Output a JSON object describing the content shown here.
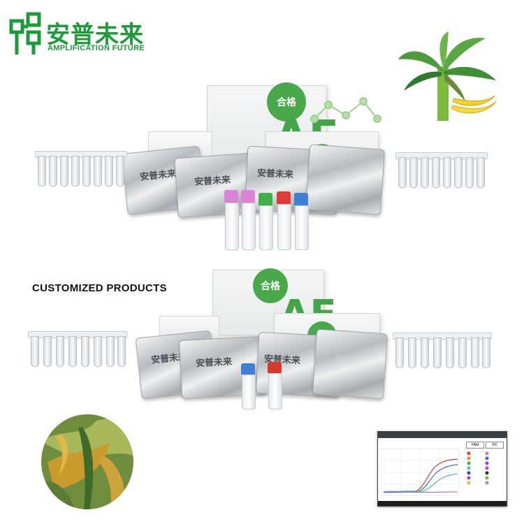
{
  "logo": {
    "name_cn": "安普未来",
    "name_en": "AMPLIFICATION FUTURE",
    "color": "#1f9a3a"
  },
  "heading": {
    "customized": "CUSTOMIZED PRODUCTS"
  },
  "kit": {
    "box_badge": "合格",
    "box_letters": "AF",
    "pouch_brand": "安普未来",
    "accent": "#43a548"
  },
  "vials_top": [
    {
      "cap_color": "#d982d6"
    },
    {
      "cap_color": "#d982d6"
    },
    {
      "cap_color": "#3fae4b"
    },
    {
      "cap_color": "#e03b3b"
    },
    {
      "cap_color": "#3f7fd6"
    }
  ],
  "vials_bottom": [
    {
      "cap_color": "#3f7fd6"
    },
    {
      "cap_color": "#d63a2f"
    }
  ],
  "images": {
    "banana_plant": "banana-plant-icon",
    "diseased_leaf": "diseased-banana-leaf-photo",
    "software": "pcr-software-screenshot"
  },
  "software": {
    "channel_a": "FAM",
    "channel_b": "VIC"
  }
}
